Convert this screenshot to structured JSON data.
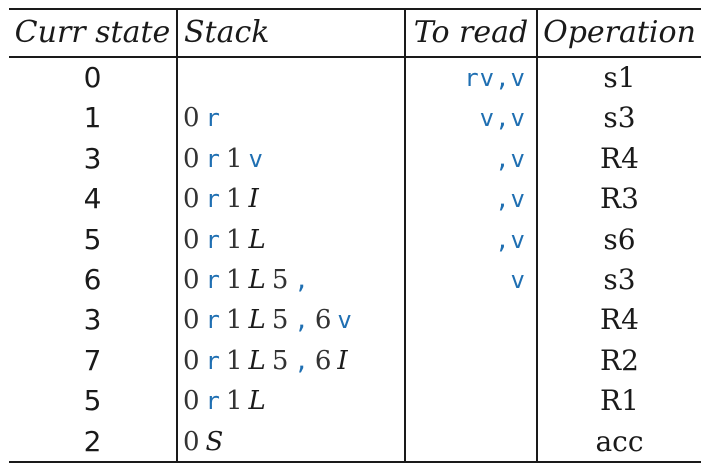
{
  "headers": [
    "Curr state",
    "Stack",
    "To read",
    "Operation"
  ],
  "rows": [
    {
      "state": "0",
      "stack": [],
      "to_read": "rv,v",
      "operation": "s1"
    },
    {
      "state": "1",
      "stack": [
        {
          "t": "num",
          "v": "0"
        },
        {
          "t": "term",
          "v": "r"
        }
      ],
      "to_read": "v,v",
      "operation": "s3"
    },
    {
      "state": "3",
      "stack": [
        {
          "t": "num",
          "v": "0"
        },
        {
          "t": "term",
          "v": "r"
        },
        {
          "t": "num",
          "v": "1"
        },
        {
          "t": "term",
          "v": "v"
        }
      ],
      "to_read": ",v",
      "operation": "R4"
    },
    {
      "state": "4",
      "stack": [
        {
          "t": "num",
          "v": "0"
        },
        {
          "t": "term",
          "v": "r"
        },
        {
          "t": "num",
          "v": "1"
        },
        {
          "t": "nonterm",
          "v": "I"
        }
      ],
      "to_read": ",v",
      "operation": "R3"
    },
    {
      "state": "5",
      "stack": [
        {
          "t": "num",
          "v": "0"
        },
        {
          "t": "term",
          "v": "r"
        },
        {
          "t": "num",
          "v": "1"
        },
        {
          "t": "nonterm",
          "v": "L"
        }
      ],
      "to_read": ",v",
      "operation": "s6"
    },
    {
      "state": "6",
      "stack": [
        {
          "t": "num",
          "v": "0"
        },
        {
          "t": "term",
          "v": "r"
        },
        {
          "t": "num",
          "v": "1"
        },
        {
          "t": "nonterm",
          "v": "L"
        },
        {
          "t": "num",
          "v": "5"
        },
        {
          "t": "term",
          "v": ","
        }
      ],
      "to_read": "v",
      "operation": "s3"
    },
    {
      "state": "3",
      "stack": [
        {
          "t": "num",
          "v": "0"
        },
        {
          "t": "term",
          "v": "r"
        },
        {
          "t": "num",
          "v": "1"
        },
        {
          "t": "nonterm",
          "v": "L"
        },
        {
          "t": "num",
          "v": "5"
        },
        {
          "t": "term",
          "v": ","
        },
        {
          "t": "num",
          "v": "6"
        },
        {
          "t": "term",
          "v": "v"
        }
      ],
      "to_read": "",
      "operation": "R4"
    },
    {
      "state": "7",
      "stack": [
        {
          "t": "num",
          "v": "0"
        },
        {
          "t": "term",
          "v": "r"
        },
        {
          "t": "num",
          "v": "1"
        },
        {
          "t": "nonterm",
          "v": "L"
        },
        {
          "t": "num",
          "v": "5"
        },
        {
          "t": "term",
          "v": ","
        },
        {
          "t": "num",
          "v": "6"
        },
        {
          "t": "nonterm",
          "v": "I"
        }
      ],
      "to_read": "",
      "operation": "R2"
    },
    {
      "state": "5",
      "stack": [
        {
          "t": "num",
          "v": "0"
        },
        {
          "t": "term",
          "v": "r"
        },
        {
          "t": "num",
          "v": "1"
        },
        {
          "t": "nonterm",
          "v": "L"
        }
      ],
      "to_read": "",
      "operation": "R1"
    },
    {
      "state": "2",
      "stack": [
        {
          "t": "num",
          "v": "0"
        },
        {
          "t": "nonterm",
          "v": "S"
        }
      ],
      "to_read": "",
      "operation": "acc"
    }
  ],
  "colors": {
    "terminal": "#1f6fb2",
    "text": "#1a1a1a"
  }
}
